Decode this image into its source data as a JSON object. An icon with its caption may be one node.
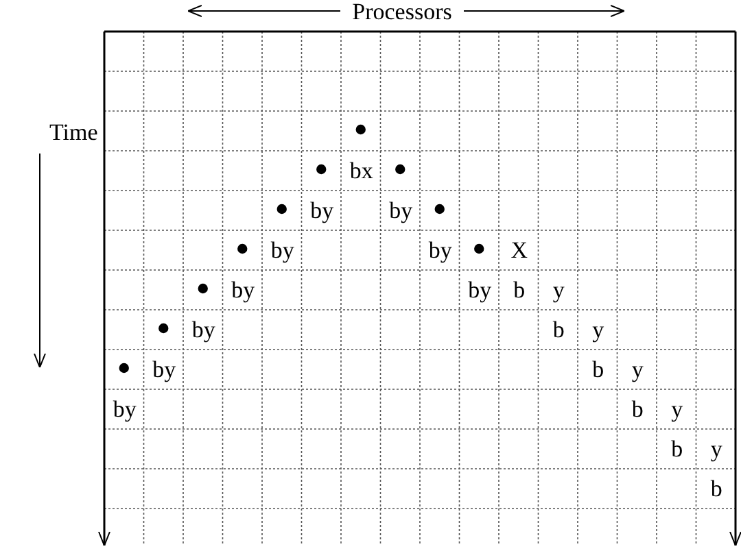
{
  "diagram": {
    "labels": [
      "Processors",
      "Time",
      "bx",
      "by",
      "by",
      "by",
      "by",
      "X",
      "by",
      "by",
      "b",
      "y",
      "by",
      "b",
      "y",
      "by",
      "b",
      "y",
      "by",
      "b",
      "y",
      "b",
      "y",
      "b"
    ]
  }
}
